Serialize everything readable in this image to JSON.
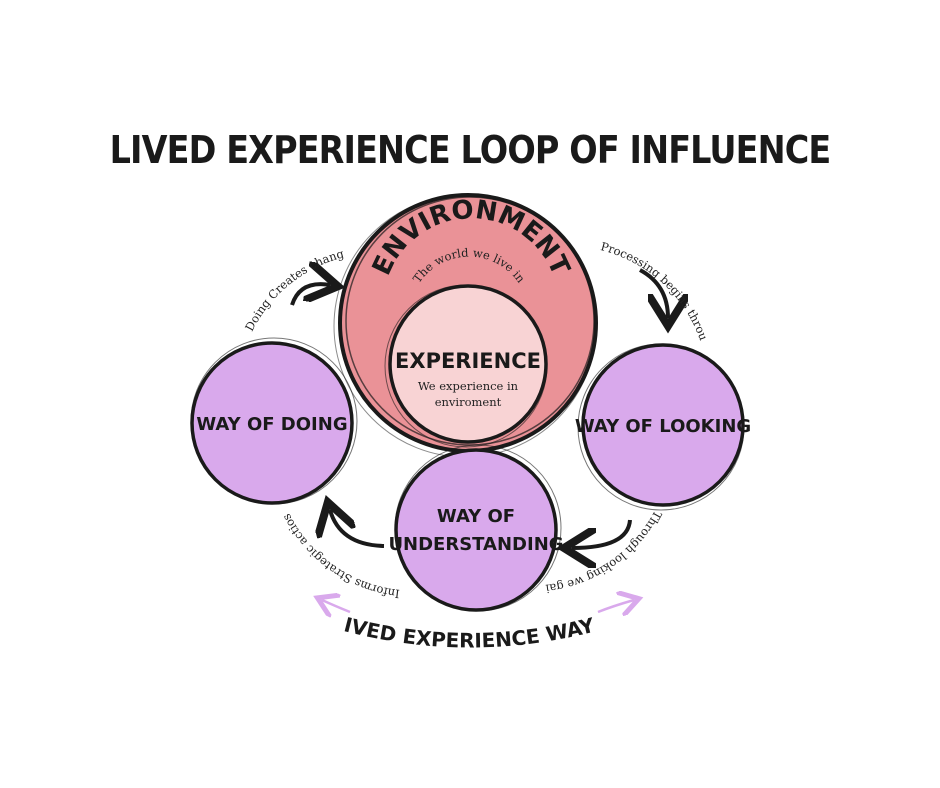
{
  "title": "LIVED EXPERIENCE LOOP OF INFLUENCE",
  "environment": {
    "label": "ENVIRONMENT",
    "subtitle": "The world we live in"
  },
  "experience": {
    "label": "EXPERIENCE",
    "line1": "We experience in",
    "line2": "enviroment"
  },
  "way_of_doing": {
    "label": "WAY OF DOING"
  },
  "way_of_looking": {
    "label": "WAY OF LOOKING"
  },
  "way_of_understanding": {
    "line1": "WAY OF",
    "line2": "UNDERSTANDING"
  },
  "arcs": {
    "doing_to_environment": "Doing Creates change",
    "environment_to_looking": "Processing begins through",
    "looking_to_understanding": "Through looking we gain",
    "understanding_to_doing": "Informs Strategic actios"
  },
  "footer": "LIVED EXPERIENCE WAYS",
  "colors": {
    "environment": "#ea9297",
    "experience": "#f8d3d4",
    "ways": "#d9a9ec",
    "footer_arrow": "#d9a9ec",
    "ink": "#1a1a1a"
  }
}
